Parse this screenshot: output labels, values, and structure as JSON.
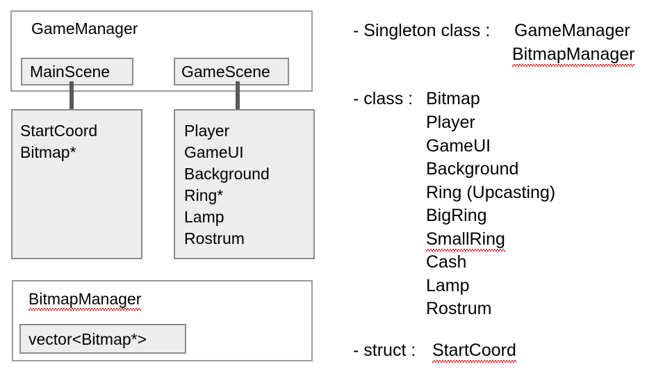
{
  "diagram": {
    "gamemanager": {
      "title": "GameManager",
      "scenes": [
        {
          "label": "MainScene"
        },
        {
          "label": "GameScene"
        }
      ]
    },
    "mainscene_members": {
      "lines": [
        "StartCoord",
        "Bitmap*"
      ]
    },
    "gamescene_members": {
      "lines": [
        "Player",
        "GameUI",
        "Background",
        "Ring*",
        "Lamp",
        "Rostrum"
      ]
    },
    "bitmapmanager": {
      "title": "BitmapManager",
      "member": "vector<Bitmap*>"
    }
  },
  "notes": {
    "singleton": {
      "prefix": "- Singleton class :",
      "items": [
        "GameManager",
        "BitmapManager"
      ]
    },
    "classes": {
      "prefix": "- class :",
      "items": [
        "Bitmap",
        "Player",
        "GameUI",
        "Background",
        "Ring (Upcasting)",
        "BigRing",
        "SmallRing",
        "Cash",
        "Lamp",
        "Rostrum"
      ]
    },
    "struct": {
      "prefix": "- struct :",
      "items": [
        "StartCoord"
      ]
    }
  }
}
